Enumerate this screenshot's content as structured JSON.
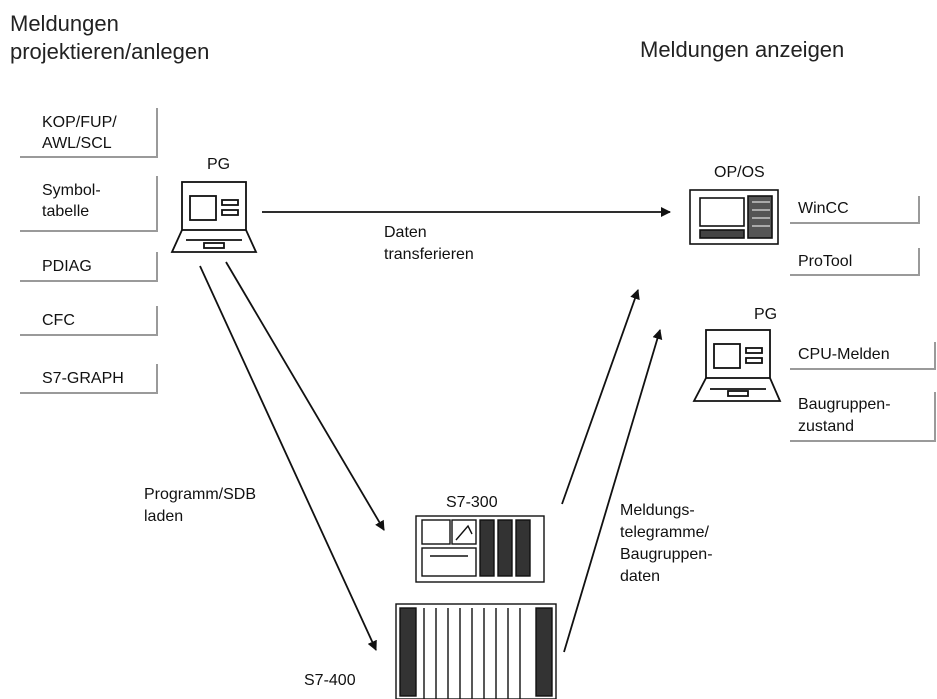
{
  "headings": {
    "configure_line1": "Meldungen",
    "configure_line2": "projektieren/anlegen",
    "display": "Meldungen anzeigen"
  },
  "tools": [
    {
      "line1": "KOP/FUP/",
      "line2": "AWL/SCL"
    },
    {
      "line1": "Symbol-",
      "line2": "tabelle"
    },
    {
      "line1": "PDIAG",
      "line2": ""
    },
    {
      "line1": "CFC",
      "line2": ""
    },
    {
      "line1": "S7-GRAPH",
      "line2": ""
    }
  ],
  "devices": {
    "pg_top": "PG",
    "op_os": "OP/OS",
    "pg_right": "PG",
    "s7_300": "S7-300",
    "s7_400": "S7-400"
  },
  "display_options": {
    "wincc": "WinCC",
    "protool": "ProTool",
    "cpu_melden": "CPU-Melden",
    "baugruppen_line1": "Baugruppen-",
    "baugruppen_line2": "zustand"
  },
  "arrows": {
    "transfer_line1": "Daten",
    "transfer_line2": "transferieren",
    "load_line1": "Programm/SDB",
    "load_line2": "laden",
    "telegram_line1": "Meldungs-",
    "telegram_line2": "telegramme/",
    "telegram_line3": "Baugruppen-",
    "telegram_line4": "daten"
  }
}
